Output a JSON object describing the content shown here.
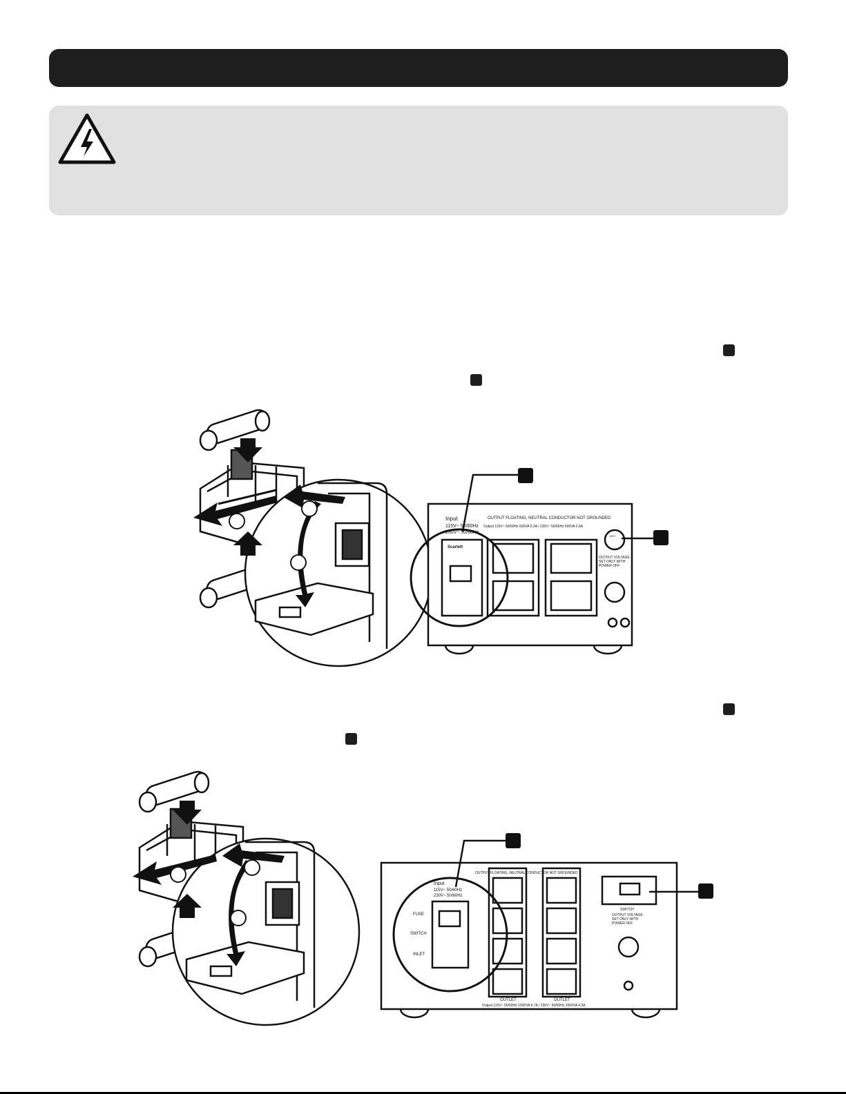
{
  "header": {
    "title": ""
  },
  "warning": {
    "icon": "high-voltage-warning-icon",
    "text": ""
  },
  "section": {
    "heading": ""
  },
  "steps": [
    {
      "text": ""
    },
    {
      "text": ""
    }
  ],
  "figure_1": {
    "input_label": "Input",
    "input_rating_1": "115V~ 50/60Hz",
    "input_rating_2": "230V~ 50/60Hz",
    "module_brand": "Scarlett",
    "panel_notice": "OUTPUT FLOATING, NEUTRAL CONDUCTOR NOT GROUNDED",
    "output_rating": "Output 115V~ 50/60Hz 600VA 5.2A / 230V~ 50/60Hz 600VA 2.6A",
    "voltage_note_1": "OUTPUT VOLTAGE",
    "voltage_note_2": "SET ONLY WITH",
    "voltage_note_3": "POWER OFF",
    "selector_label": "115V"
  },
  "figure_2": {
    "input_label": "Input",
    "input_rating_1": "115V~ 50/60Hz",
    "input_rating_2": "230V~ 50/60Hz",
    "fuse_label": "FUSE",
    "switch_label": "SWITCH",
    "inlet_label": "INLET",
    "panel_notice": "OUTPUT FLOATING, NEUTRAL CONDUCTOR NOT GROUNDED",
    "selector_switch_label": "SWITCH",
    "voltage_note_1": "OUTPUT VOLTAGE",
    "voltage_note_2": "SET ONLY WITH",
    "voltage_note_3": "POWER OFF",
    "outlet_label_left": "OUTLET",
    "outlet_label_right": "OUTLET",
    "output_rating": "Output 115V~ 50/60Hz 1000VA 8.7A / 230V~ 50/60Hz 1000VA 4.3A"
  },
  "colors": {
    "header_bg": "#1e1e1e",
    "warning_bg": "#e1e1e1",
    "ink": "#1a1a1a"
  }
}
